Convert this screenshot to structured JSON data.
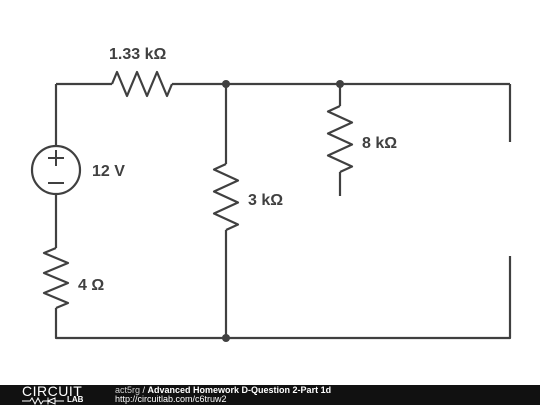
{
  "circuit": {
    "components": [
      {
        "id": "R1",
        "type": "resistor",
        "label": "1.33 kΩ"
      },
      {
        "id": "V1",
        "type": "voltage-source",
        "label": "12 V",
        "polarity": [
          "+",
          "−"
        ]
      },
      {
        "id": "R2",
        "type": "resistor",
        "label": "4 Ω"
      },
      {
        "id": "R3",
        "type": "resistor",
        "label": "3 kΩ"
      },
      {
        "id": "R4",
        "type": "resistor",
        "label": "8 kΩ"
      }
    ],
    "open_terminals": 2
  },
  "footer": {
    "logo_text": "CIRCUIT",
    "logo_sub": "LAB",
    "user": "act5rg",
    "separator": " / ",
    "title": "Advanced Homework D-Question 2-Part 1d",
    "url": "http://circuitlab.com/c6truw2"
  },
  "colors": {
    "wire": "#404040",
    "background": "#ffffff",
    "footer_bg": "#111111",
    "footer_text": "#ffffff"
  }
}
